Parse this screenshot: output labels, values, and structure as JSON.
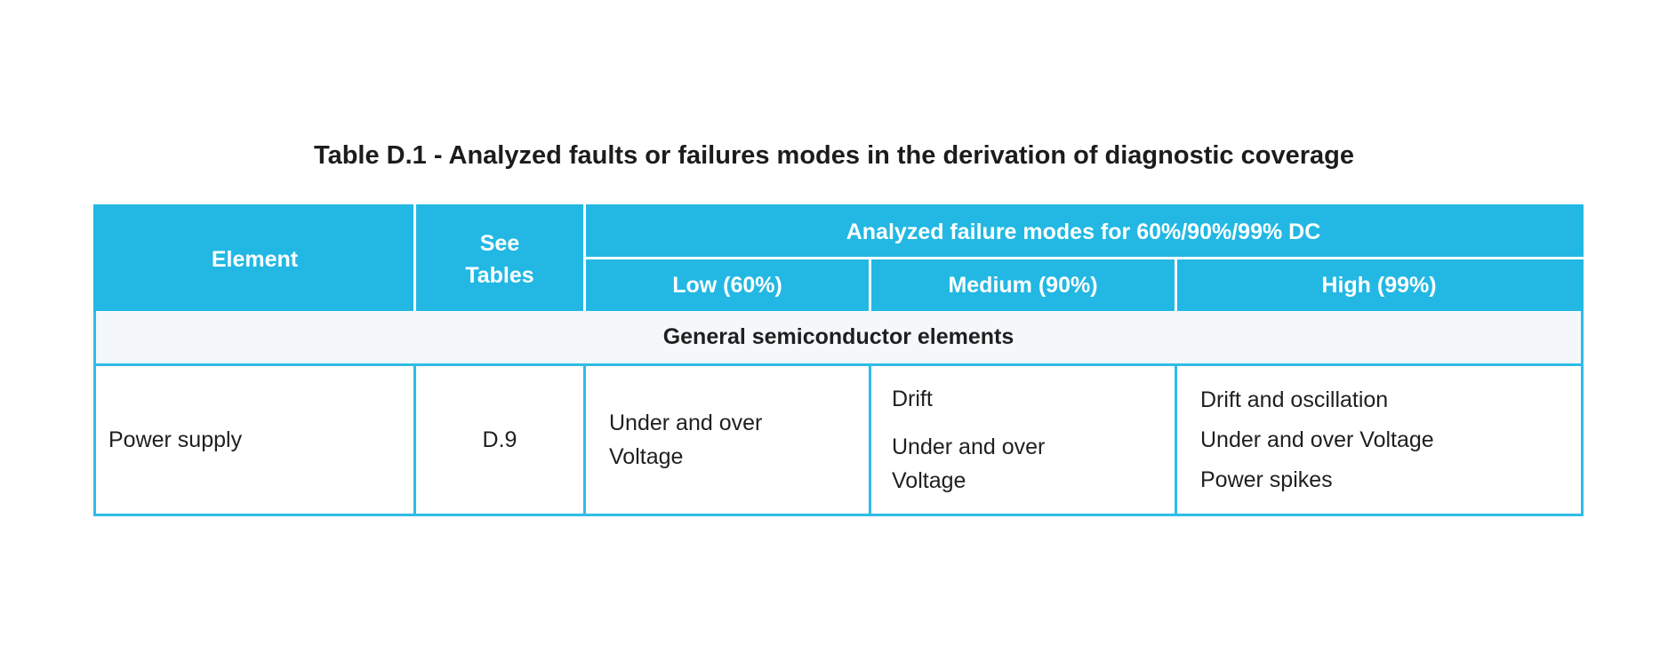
{
  "page": {
    "title": "Table D.1 - Analyzed faults or failures modes in the derivation of diagnostic coverage"
  },
  "table": {
    "header": {
      "element": "Element",
      "see_tables": "See\nTables",
      "analyzed_group": "Analyzed failure modes for 60%/90%/99% DC",
      "low": "Low (60%)",
      "medium": "Medium (90%)",
      "high": "High (99%)"
    },
    "section_label": "General semiconductor elements",
    "rows": [
      {
        "element": "Power supply",
        "see_tables": "D.9",
        "low": "Under and over\nVoltage",
        "medium": [
          "Drift",
          "Under and over\nVoltage"
        ],
        "high": [
          "Drift and oscillation",
          "Under and over Voltage",
          "Power spikes"
        ]
      }
    ],
    "colors": {
      "header_bg": "#22b8e3",
      "body_border": "#2fbce6",
      "section_bg": "#f4f8fb",
      "header_text": "#ffffff",
      "body_text": "#1f1f1f"
    }
  }
}
